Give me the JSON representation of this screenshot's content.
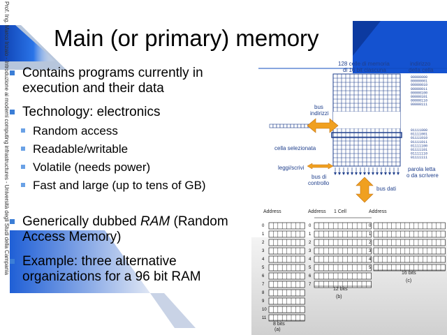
{
  "slide": {
    "side_text": "Prof. Ing. Marco Inzaio - Introduzione ai moderni computing infrastructures - Università degli Studi della Campania",
    "title": "Main (or primary) memory",
    "bullets": [
      {
        "level": 1,
        "text": "Contains programs currently in execution and their data"
      },
      {
        "level": 1,
        "text": "Technology: electronics"
      },
      {
        "level": 2,
        "text": "Random access"
      },
      {
        "level": 2,
        "text": "Readable/writable"
      },
      {
        "level": 2,
        "text": "Volatile (needs power)"
      },
      {
        "level": 2,
        "text": "Fast and large (up to tens of GB)"
      },
      {
        "level": 1,
        "text_before": "Generically dubbed ",
        "text_italic": "RAM",
        "text_after": " (Random Access Memory)"
      },
      {
        "level": 1,
        "text": "Example: three alternative organizations for a 96 bit RAM"
      }
    ]
  },
  "memory_diagram": {
    "cells_label_1": "128 celle di memoria",
    "cells_label_2": "di 16 bit ciascuna",
    "address_label_1": "indirizzo",
    "address_label_2": "della cella",
    "address_bus_1": "bus",
    "address_bus_2": "indirizzi",
    "selected_cell": "cella selezionata",
    "read_write": "leggi/scrivi",
    "control_bus_1": "bus di",
    "control_bus_2": "controllo",
    "data_bus": "bus dati",
    "word_read_1": "parola letta",
    "word_read_2": "o da scrivere",
    "addresses_top": [
      "00000000",
      "00000001",
      "00000010",
      "00000011",
      "00000100",
      "00000101",
      "00000110",
      "00000111"
    ],
    "addresses_bottom": [
      "01111000",
      "01111001",
      "01111010",
      "01111011",
      "01111100",
      "01111101",
      "01111110",
      "01111111"
    ]
  },
  "ram_organizations": {
    "address_header": "Address",
    "cell_header": "1 Cell",
    "a": {
      "caption": "(a)",
      "width_label": "8 bits",
      "rows": [
        "0",
        "1",
        "2",
        "3",
        "4",
        "5",
        "6",
        "7",
        "8",
        "9",
        "10",
        "11"
      ]
    },
    "b": {
      "caption": "(b)",
      "width_label": "12 bits",
      "rows": [
        "0",
        "1",
        "2",
        "3",
        "4",
        "5",
        "6",
        "7"
      ]
    },
    "c": {
      "caption": "(c)",
      "width_label": "16 bits",
      "rows": [
        "0",
        "1",
        "2",
        "3",
        "4",
        "5"
      ]
    }
  },
  "colors": {
    "accent_blue": "#1f5fd6",
    "bullet_blue": "#3b7ed6",
    "arrow_orange": "#f0a020",
    "diagram_navy": "#1f3f8c"
  }
}
